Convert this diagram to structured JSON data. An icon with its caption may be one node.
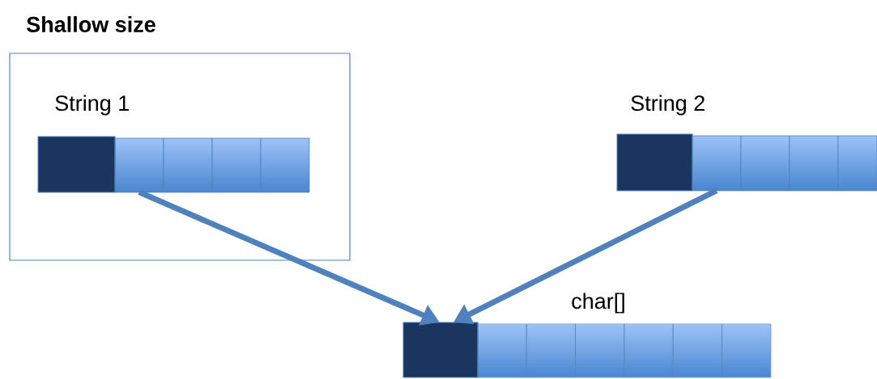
{
  "diagram": {
    "nodes": [
      {
        "text": [
          "Shallow size"
        ]
      },
      {
        "text": [
          "String  1"
        ],
        "in": 0
      },
      {
        "text": [
          "String 2"
        ]
      },
      {
        "text": [
          "char[]"
        ]
      }
    ],
    "edges": [
      {
        "from": 1,
        "to": 3,
        "arrow": "to"
      },
      {
        "from": 2,
        "to": 3,
        "arrow": "to"
      }
    ]
  }
}
